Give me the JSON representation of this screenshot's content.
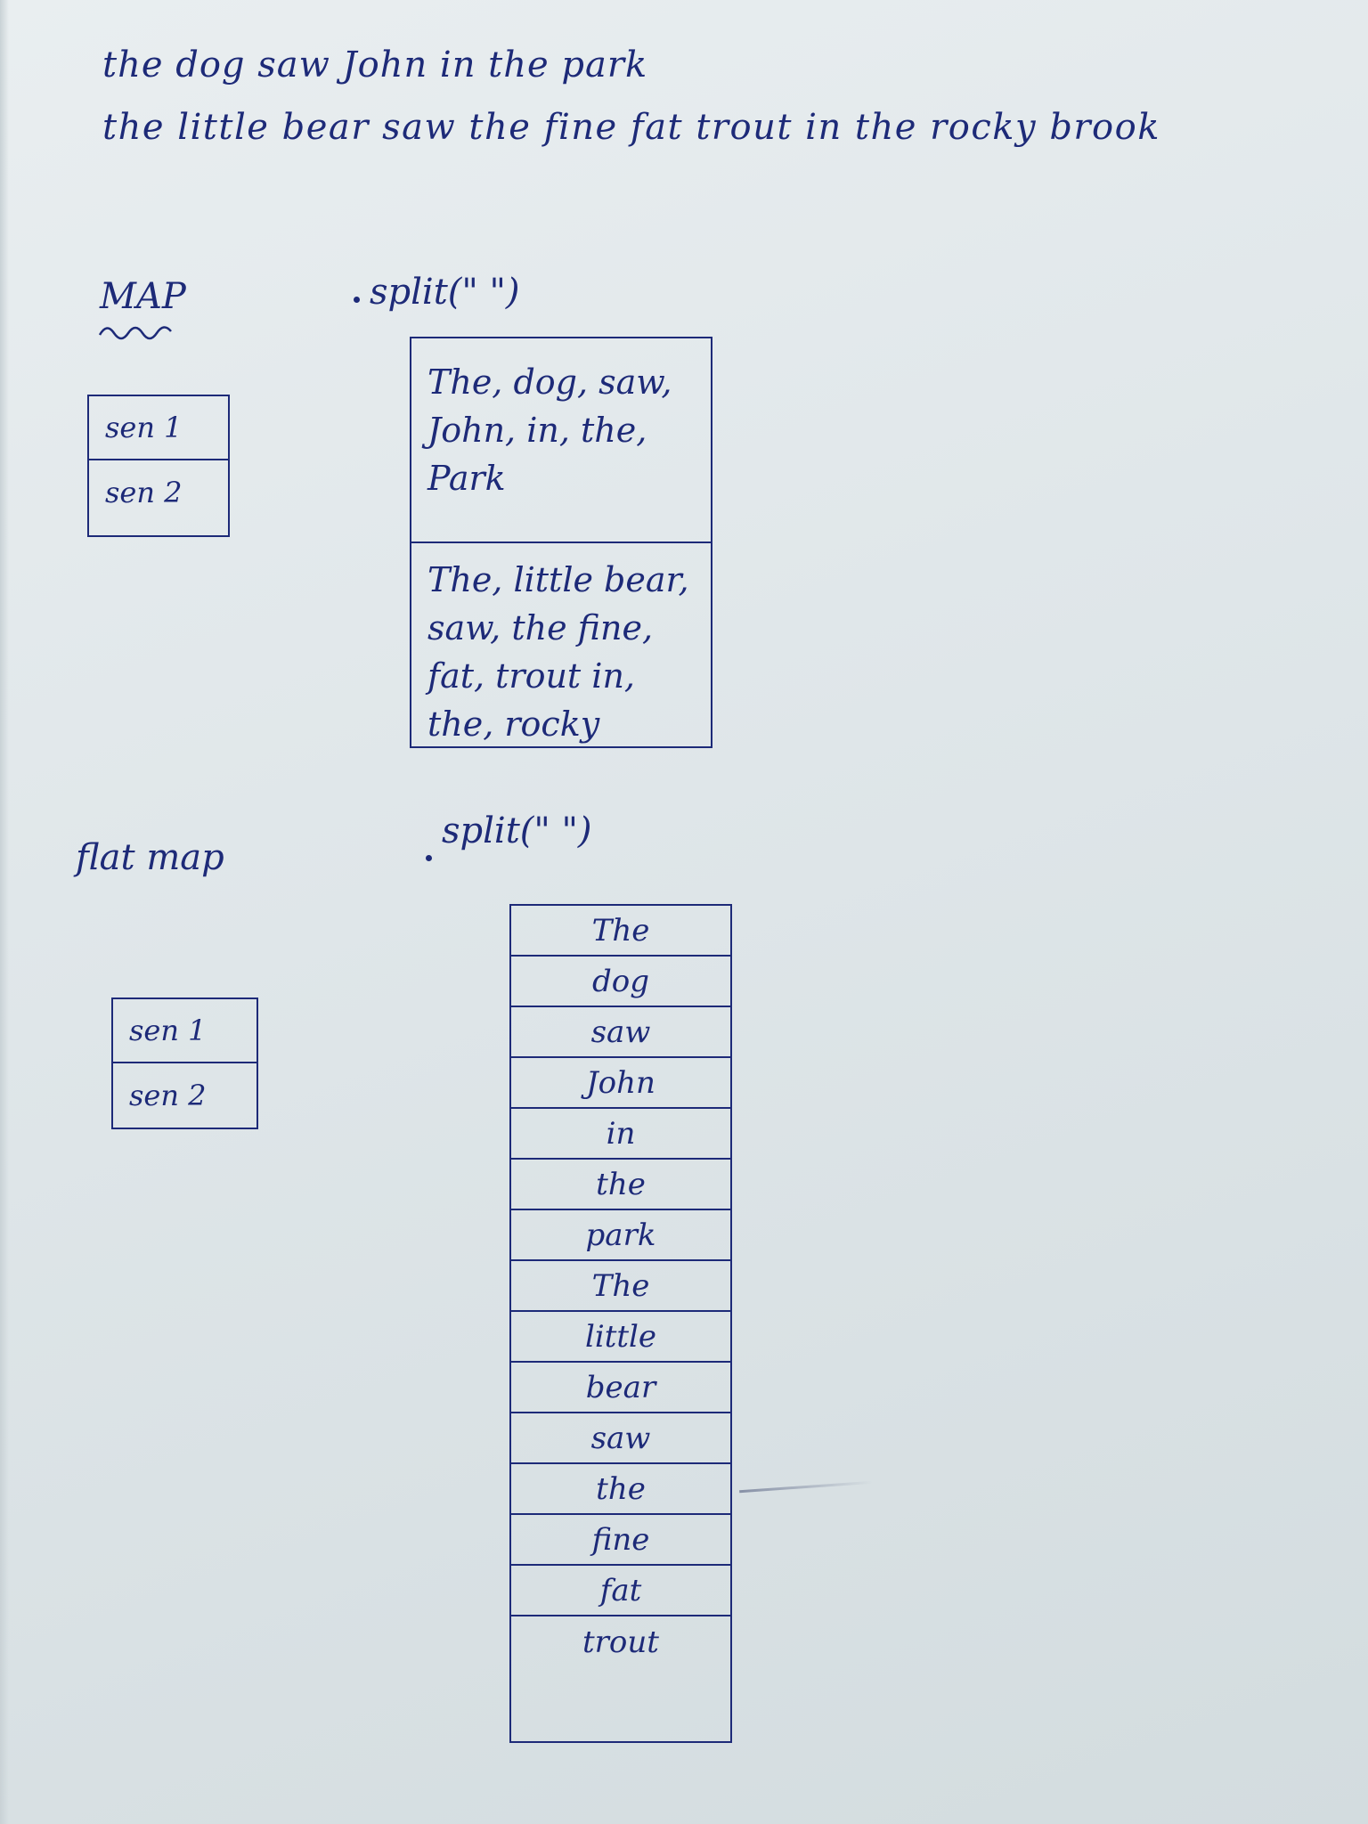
{
  "header": {
    "sentence_1": "the dog saw John in the park",
    "sentence_2": "the little bear saw the fine fat trout in the rocky brook"
  },
  "map_section": {
    "label": "MAP",
    "split_call": "split(\" \")",
    "inputs": [
      "sen 1",
      "sen 2"
    ],
    "outputs": [
      "The, dog, saw, John, in, the, Park",
      "The, little bear, saw, the fine, fat, trout in, the, rocky"
    ]
  },
  "flatmap_section": {
    "label": "flat map",
    "split_call": "split(\" \")",
    "inputs": [
      "sen 1",
      "sen 2"
    ],
    "words": [
      "The",
      "dog",
      "saw",
      "John",
      "in",
      "the",
      "park",
      "The",
      "little",
      "bear",
      "saw",
      "the",
      "fine",
      "fat",
      "trout"
    ]
  }
}
